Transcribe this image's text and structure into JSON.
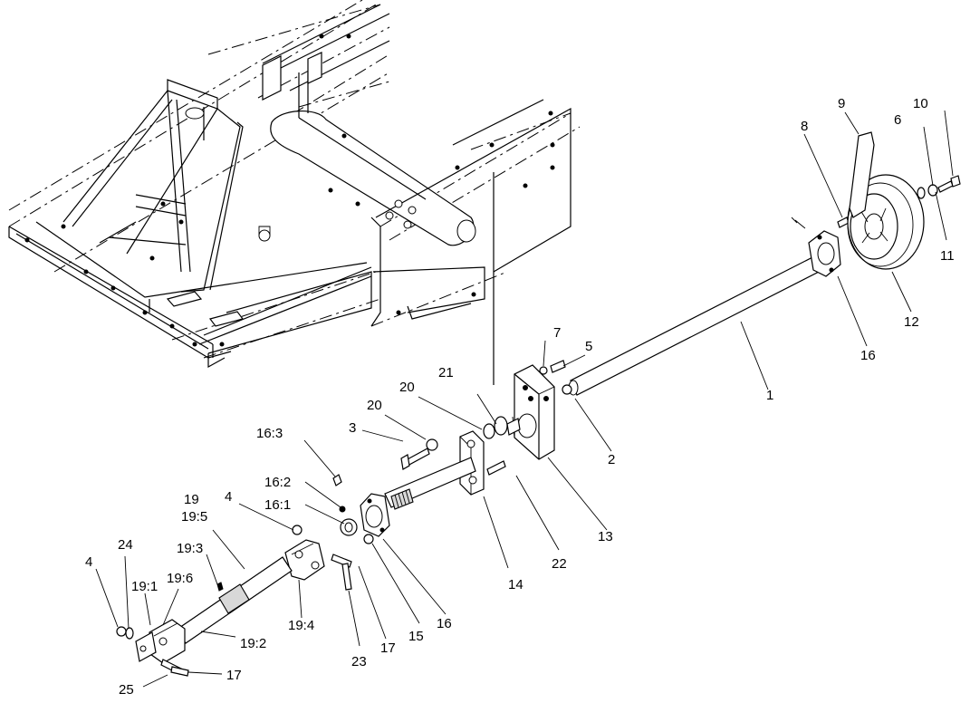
{
  "diagram": {
    "callouts": [
      {
        "id": "c1",
        "text": "1"
      },
      {
        "id": "c2",
        "text": "2"
      },
      {
        "id": "c3",
        "text": "3"
      },
      {
        "id": "c4a",
        "text": "4"
      },
      {
        "id": "c4b",
        "text": "4"
      },
      {
        "id": "c5",
        "text": "5"
      },
      {
        "id": "c6",
        "text": "6"
      },
      {
        "id": "c7",
        "text": "7"
      },
      {
        "id": "c8",
        "text": "8"
      },
      {
        "id": "c9",
        "text": "9"
      },
      {
        "id": "c10",
        "text": "10"
      },
      {
        "id": "c11",
        "text": "11"
      },
      {
        "id": "c12",
        "text": "12"
      },
      {
        "id": "c13",
        "text": "13"
      },
      {
        "id": "c14",
        "text": "14"
      },
      {
        "id": "c15",
        "text": "15"
      },
      {
        "id": "c16a",
        "text": "16"
      },
      {
        "id": "c16b",
        "text": "16"
      },
      {
        "id": "c16_1",
        "text": "16:1"
      },
      {
        "id": "c16_2",
        "text": "16:2"
      },
      {
        "id": "c16_3",
        "text": "16:3"
      },
      {
        "id": "c17a",
        "text": "17"
      },
      {
        "id": "c17b",
        "text": "17"
      },
      {
        "id": "c19",
        "text": "19"
      },
      {
        "id": "c19_1",
        "text": "19:1"
      },
      {
        "id": "c19_2",
        "text": "19:2"
      },
      {
        "id": "c19_3",
        "text": "19:3"
      },
      {
        "id": "c19_4",
        "text": "19:4"
      },
      {
        "id": "c19_5",
        "text": "19:5"
      },
      {
        "id": "c19_6",
        "text": "19:6"
      },
      {
        "id": "c20a",
        "text": "20"
      },
      {
        "id": "c20b",
        "text": "20"
      },
      {
        "id": "c21",
        "text": "21"
      },
      {
        "id": "c22",
        "text": "22"
      },
      {
        "id": "c23",
        "text": "23"
      },
      {
        "id": "c24",
        "text": "24"
      },
      {
        "id": "c25",
        "text": "25"
      }
    ]
  }
}
